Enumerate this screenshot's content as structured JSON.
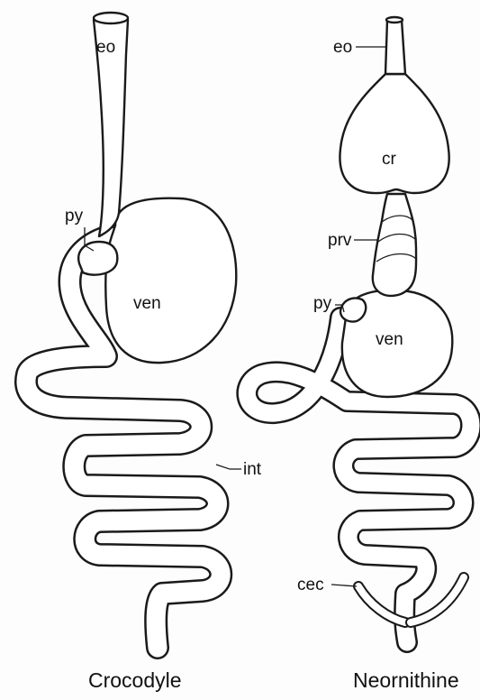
{
  "crocodyle": {
    "eo": "eo",
    "py": "py",
    "ven": "ven",
    "int": "int",
    "caption": "Crocodyle"
  },
  "neornithine": {
    "eo": "eo",
    "cr": "cr",
    "prv": "prv",
    "py": "py",
    "ven": "ven",
    "cec": "cec",
    "caption": "Neornithine"
  },
  "colors": {
    "stroke": "#1a1a1a",
    "fill": "#ffffff"
  }
}
